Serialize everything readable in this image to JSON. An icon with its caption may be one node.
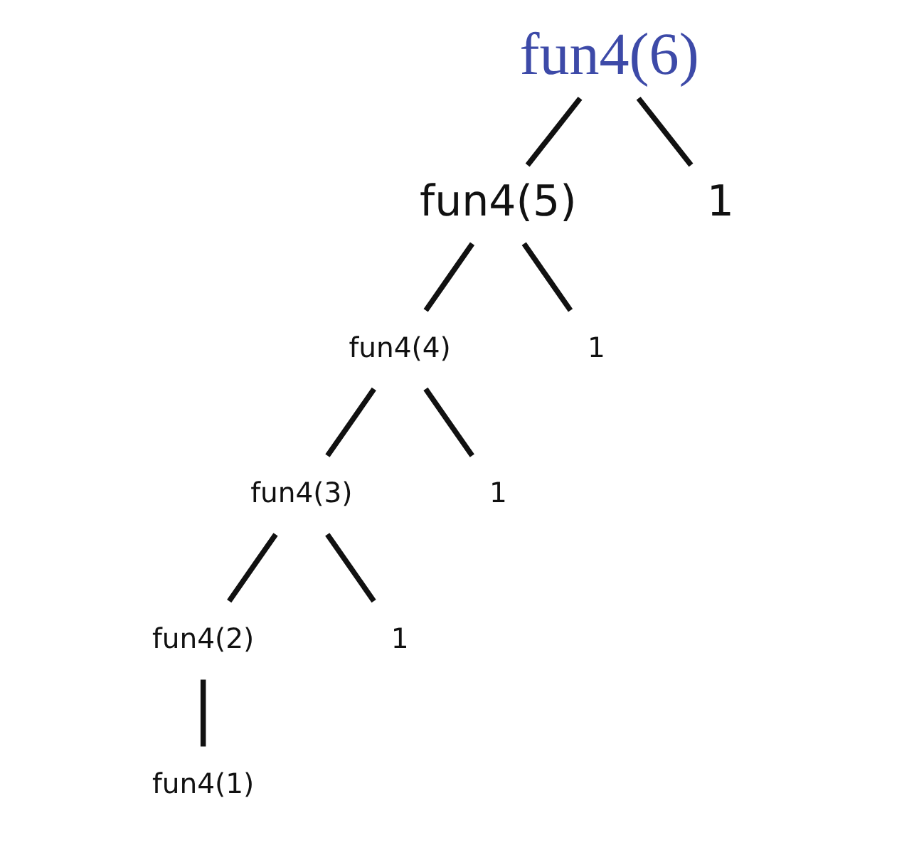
{
  "diagram": {
    "nodes": [
      {
        "text": [
          "fun4(6)"
        ]
      },
      {
        "text": [
          "fun4(5)"
        ]
      },
      {
        "text": [
          "1"
        ]
      },
      {
        "text": [
          "fun4(4)"
        ]
      },
      {
        "text": [
          "1"
        ]
      },
      {
        "text": [
          "fun4(3)"
        ]
      },
      {
        "text": [
          "1"
        ]
      },
      {
        "text": [
          "fun4(2)"
        ]
      },
      {
        "text": [
          "1"
        ]
      },
      {
        "text": [
          "fun4(1)"
        ]
      }
    ],
    "edges": [
      {
        "from": 0,
        "to": 1,
        "arrow": "none"
      },
      {
        "from": 0,
        "to": 2,
        "arrow": "none"
      },
      {
        "from": 1,
        "to": 3,
        "arrow": "none"
      },
      {
        "from": 1,
        "to": 4,
        "arrow": "none"
      },
      {
        "from": 3,
        "to": 5,
        "arrow": "none"
      },
      {
        "from": 3,
        "to": 6,
        "arrow": "none"
      },
      {
        "from": 5,
        "to": 7,
        "arrow": "none"
      },
      {
        "from": 5,
        "to": 8,
        "arrow": "none"
      },
      {
        "from": 7,
        "to": 9,
        "arrow": "none"
      }
    ]
  }
}
